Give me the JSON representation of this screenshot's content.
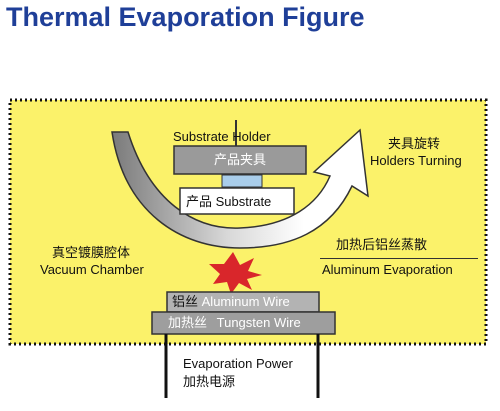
{
  "title": "Thermal Evaporation Figure",
  "labels": {
    "substrate_holder_en": "Substrate Holder",
    "substrate_holder_cn": "产品夹具",
    "substrate_cn": "产品",
    "substrate_en": "Substrate",
    "holders_turning_cn": "夹具旋转",
    "holders_turning_en": "Holders Turning",
    "chamber_cn": "真空镀膜腔体",
    "chamber_en": "Vacuum Chamber",
    "al_evap_cn": "加热后铝丝蒸散",
    "al_evap_en": "Aluminum Evaporation",
    "al_wire_cn": "铝丝",
    "al_wire_en": "Aluminum Wire",
    "w_wire_cn": "加热丝",
    "w_wire_en": "Tungsten Wire",
    "power_en": "Evaporation Power",
    "power_cn": "加热电源"
  },
  "colors": {
    "title": "#1f3f98",
    "chamber_fill": "#fbf26a",
    "holder": "#9a9a9a",
    "substrate_blue": "#a9cdea",
    "spark": "#d9262b"
  }
}
